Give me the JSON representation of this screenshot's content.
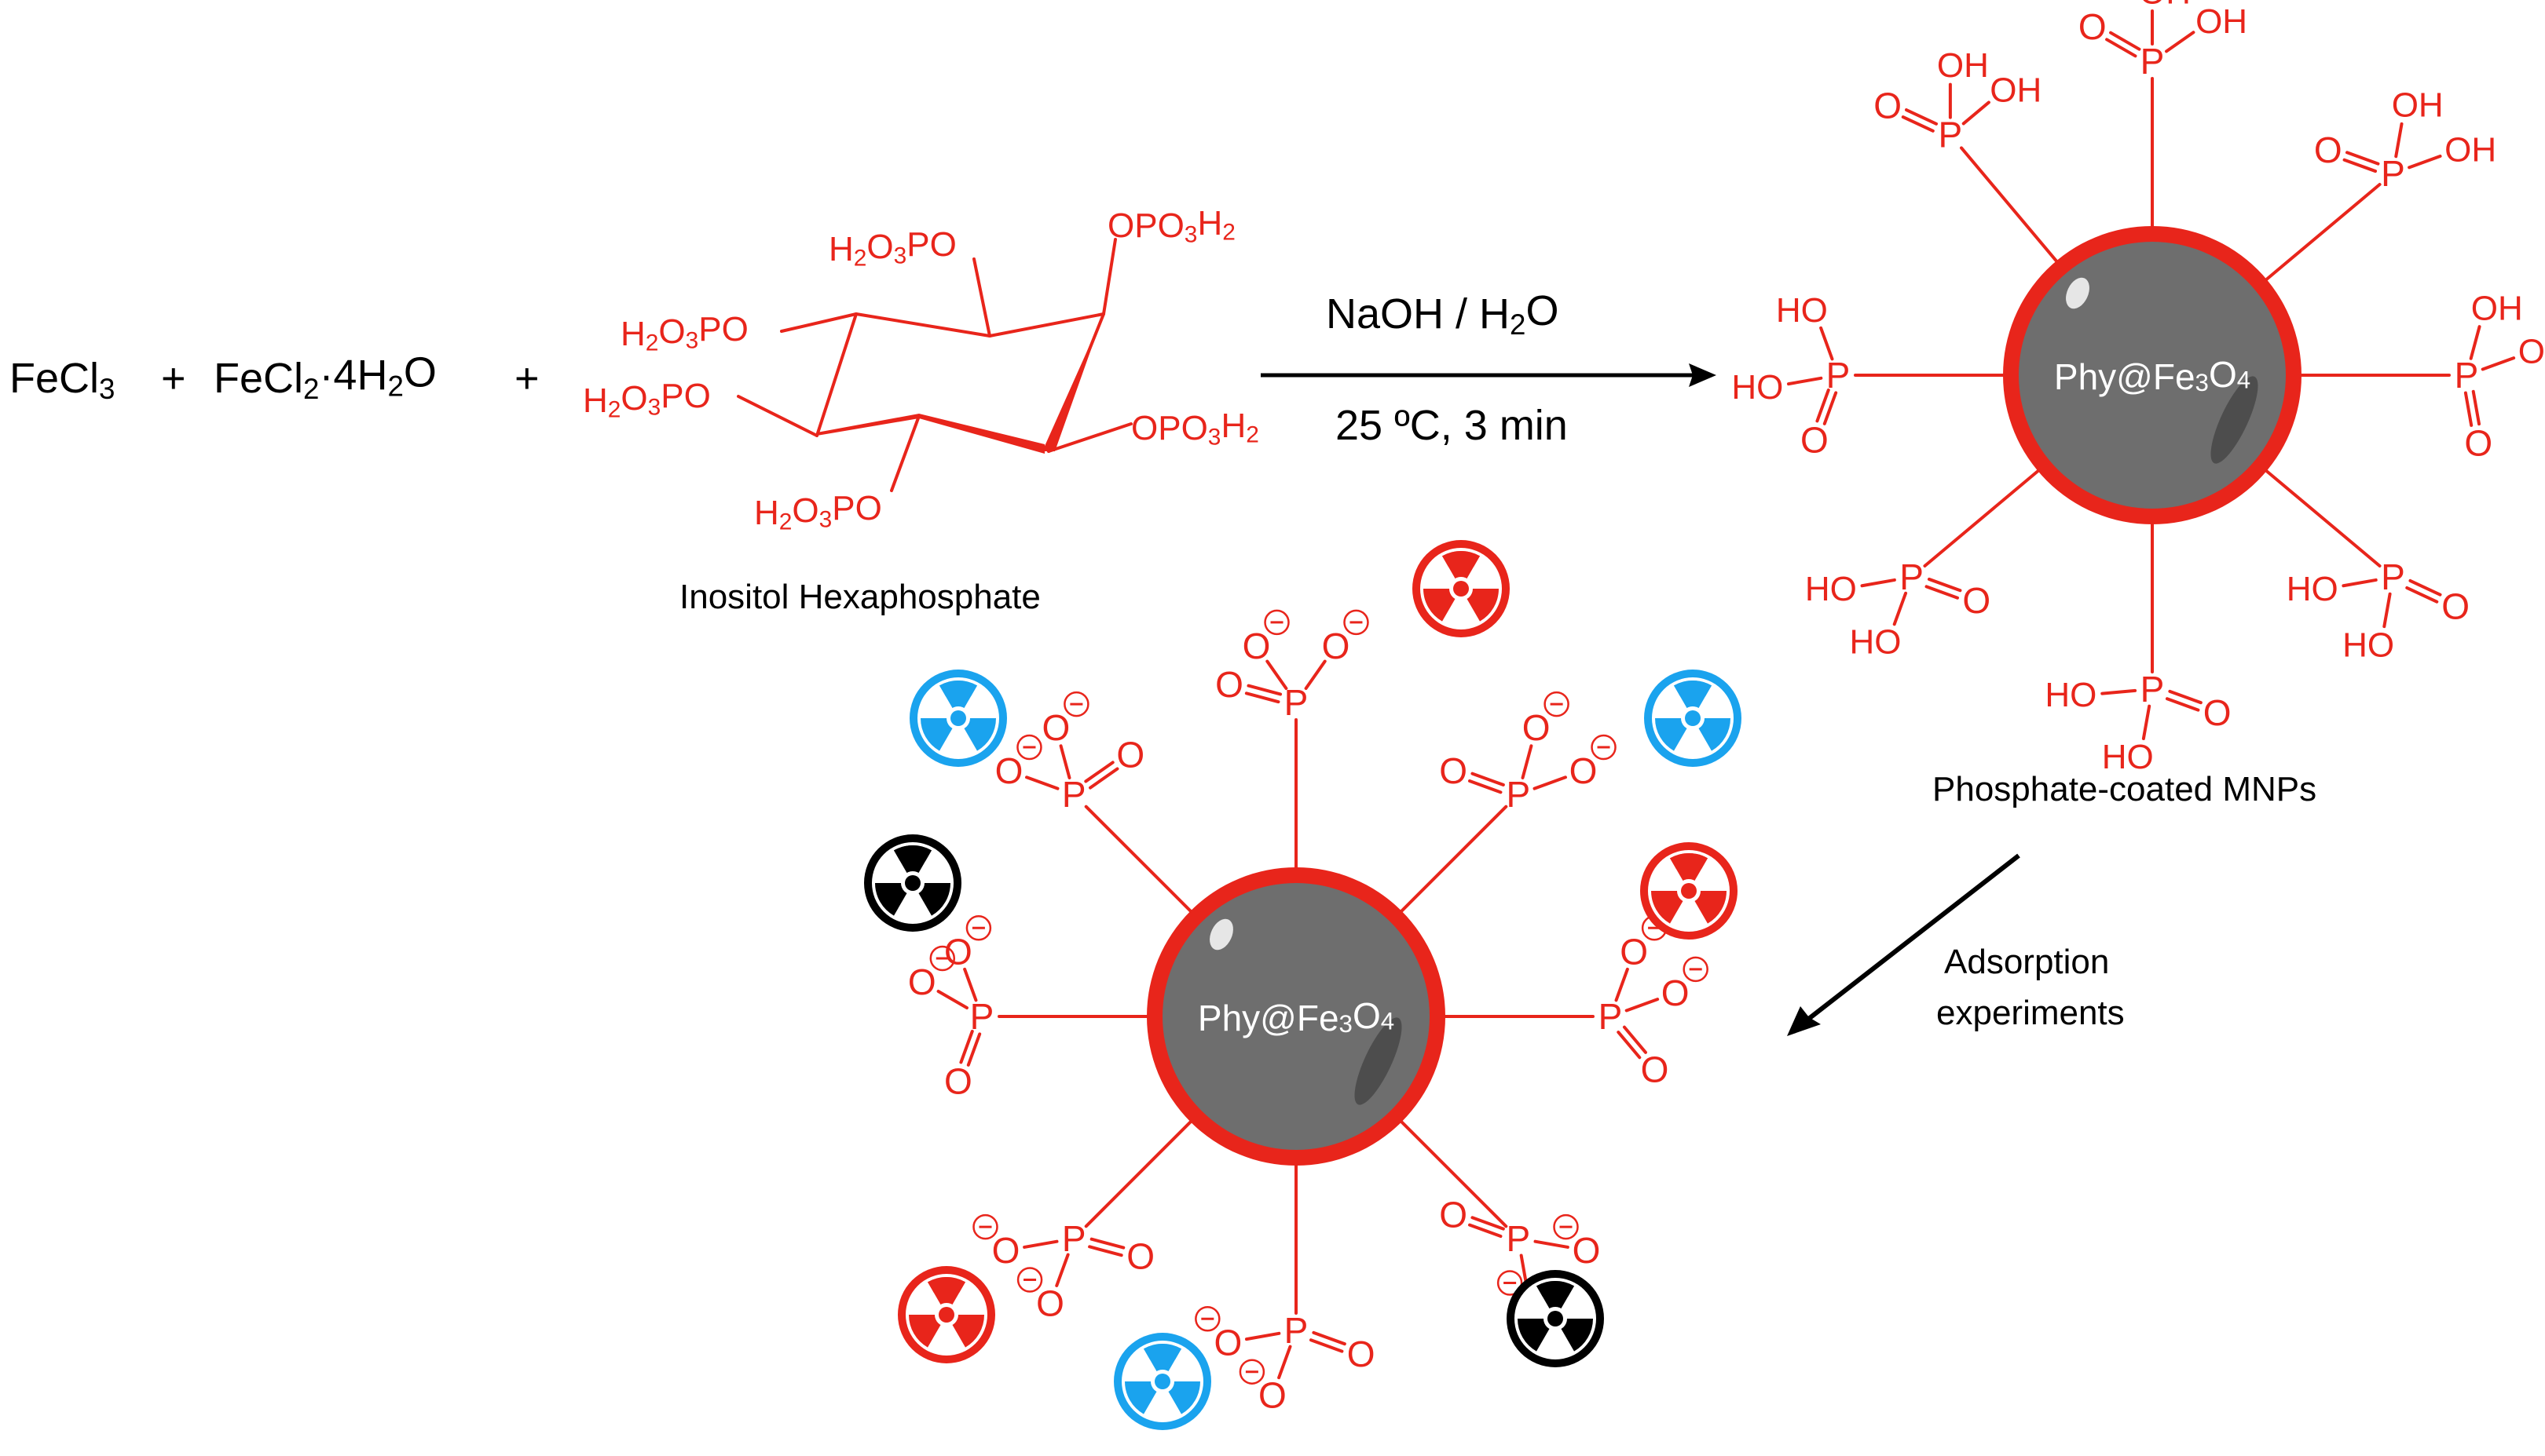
{
  "colors": {
    "black": "#000000",
    "red": "#e8251b",
    "particle_core": "#6e6e6e",
    "particle_shell": "#e8251b",
    "blue": "#1aa3ee"
  },
  "reactants": {
    "fecl3": "FeCl3",
    "fecl2": "FeCl2·4H2O",
    "plus_1": "+",
    "plus_2": "+"
  },
  "phytic_acid": {
    "name": "Inositol Hexaphosphate",
    "substituents": [
      "H2O3PO",
      "OPO3H2",
      "H2O3PO",
      "H2O3PO",
      "OPO3H2",
      "H2O3PO"
    ]
  },
  "reaction": {
    "reagent": "NaOH / H2O",
    "conditions": "25 ºC, 3 min"
  },
  "nanoparticle": {
    "label": "Phy@Fe3O4"
  },
  "product": {
    "caption": "Phosphate-coated MNPs"
  },
  "step2": {
    "label_line1": "Adsorption",
    "label_line2": "experiments"
  },
  "atoms": {
    "p": "P",
    "o": "O",
    "oh": "OH",
    "ho": "HO",
    "charge": "⊖"
  },
  "icons": [
    {
      "name": "radiation-icon",
      "color": "red"
    },
    {
      "name": "radiation-icon",
      "color": "blue"
    },
    {
      "name": "radiation-icon",
      "color": "blue"
    },
    {
      "name": "radiation-icon",
      "color": "black"
    },
    {
      "name": "radiation-icon",
      "color": "red"
    },
    {
      "name": "radiation-icon",
      "color": "red"
    },
    {
      "name": "radiation-icon",
      "color": "black"
    },
    {
      "name": "radiation-icon",
      "color": "blue"
    }
  ]
}
